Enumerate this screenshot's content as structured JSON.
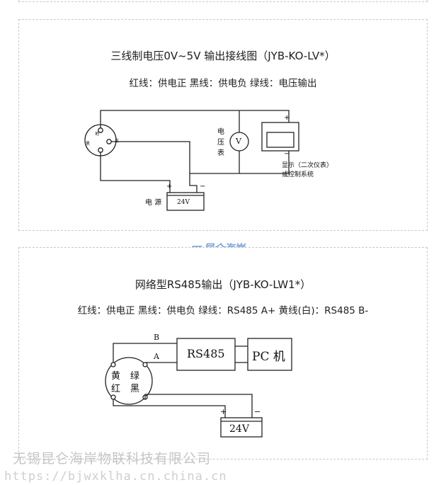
{
  "panel1": {
    "title": "三线制电压0V~5V 输出接线图（JYB-KO-LV*）",
    "wiring": "红线：供电正  黑线：供电负  绿线：电压输出",
    "diagram": {
      "sensor_pins": [
        "地",
        "正",
        "黑"
      ],
      "meter_label": "电压表",
      "meter_symbol": "V",
      "display_plus": "+",
      "display_minus": "−",
      "display_label_1": "显示（二次仪表）",
      "display_label_2": "或控制系统",
      "supply_label": "电  源",
      "supply_value": "24V",
      "supply_plus": "+",
      "supply_minus": "−"
    }
  },
  "logo": {
    "text": "昆仑海岸"
  },
  "panel2": {
    "title": "网络型RS485输出（JYB-KO-LW1*）",
    "wiring": "红线：供电正  黑线：供电负  绿线：RS485 A+  黄线(白)：RS485 B-",
    "diagram": {
      "wire_b": "B",
      "wire_a": "A",
      "rs485_box": "RS485",
      "pc_box": "PC 机",
      "sensor_colors": [
        "黄",
        "绿",
        "红",
        "黑"
      ],
      "supply_value": "24V",
      "supply_plus": "+",
      "supply_minus": "−"
    }
  },
  "watermark": {
    "company": "无锡昆仑海岸物联科技有限公司",
    "url": "https://bjwxklha.cn.china.cn"
  },
  "colors": {
    "border": "#c9c9c9",
    "line": "#222222",
    "logo": "#7fa6d9",
    "watermark": "#c4c4c4"
  }
}
